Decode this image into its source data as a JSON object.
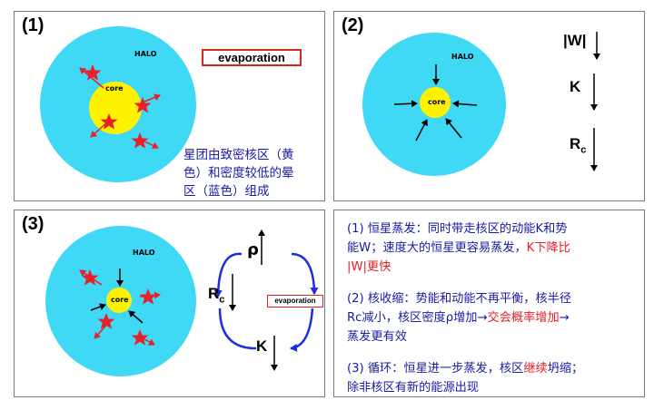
{
  "panel1": {
    "label": "(1)",
    "halo_label": "HALO",
    "core_label": "core",
    "evap_box": "evaporation",
    "desc_lines": [
      "星团由致密核区（黄",
      "色）和密度较低的晕",
      "区（蓝色）组成"
    ]
  },
  "panel2": {
    "label": "(2)",
    "halo_label": "HALO",
    "core_label": "core",
    "w_label": "|W|",
    "k_label": "K",
    "rc_main": "R",
    "rc_sub": "c"
  },
  "panel3": {
    "label": "(3)",
    "halo_label": "HALO",
    "core_label": "core",
    "rho_label": "ρ",
    "rc_main": "R",
    "rc_sub": "c",
    "k_label": "K",
    "evap_box": "evaporation"
  },
  "text_panel": {
    "p1": {
      "line1": "(1) 恒星蒸发：同时带走核区的动能K和势",
      "line2_a": "能W；速度大的恒星更容易蒸发，",
      "line2_red": "K下降比",
      "line3_red": "|W|更快"
    },
    "p2": {
      "line1": "(2) 核收缩：势能和动能不再平衡，核半径",
      "line2_a": "Rc减小，核区密度ρ增加→",
      "line2_red": "交会概率增加",
      "line2_b": "→",
      "line3": "蒸发更有效"
    },
    "p3": {
      "line1_a": "(3) 循环：恒星进一步蒸发，核区",
      "line1_red": "继续",
      "line1_b": "坍缩；",
      "line2": "除非核区有新的能源出现"
    }
  },
  "colors": {
    "halo": "#3fd8f5",
    "core": "#fff200",
    "star": "#e8202a",
    "cycle_arrow": "#1d2de0",
    "text_blue": "#1a1aa6",
    "box_red": "#d8281e"
  }
}
